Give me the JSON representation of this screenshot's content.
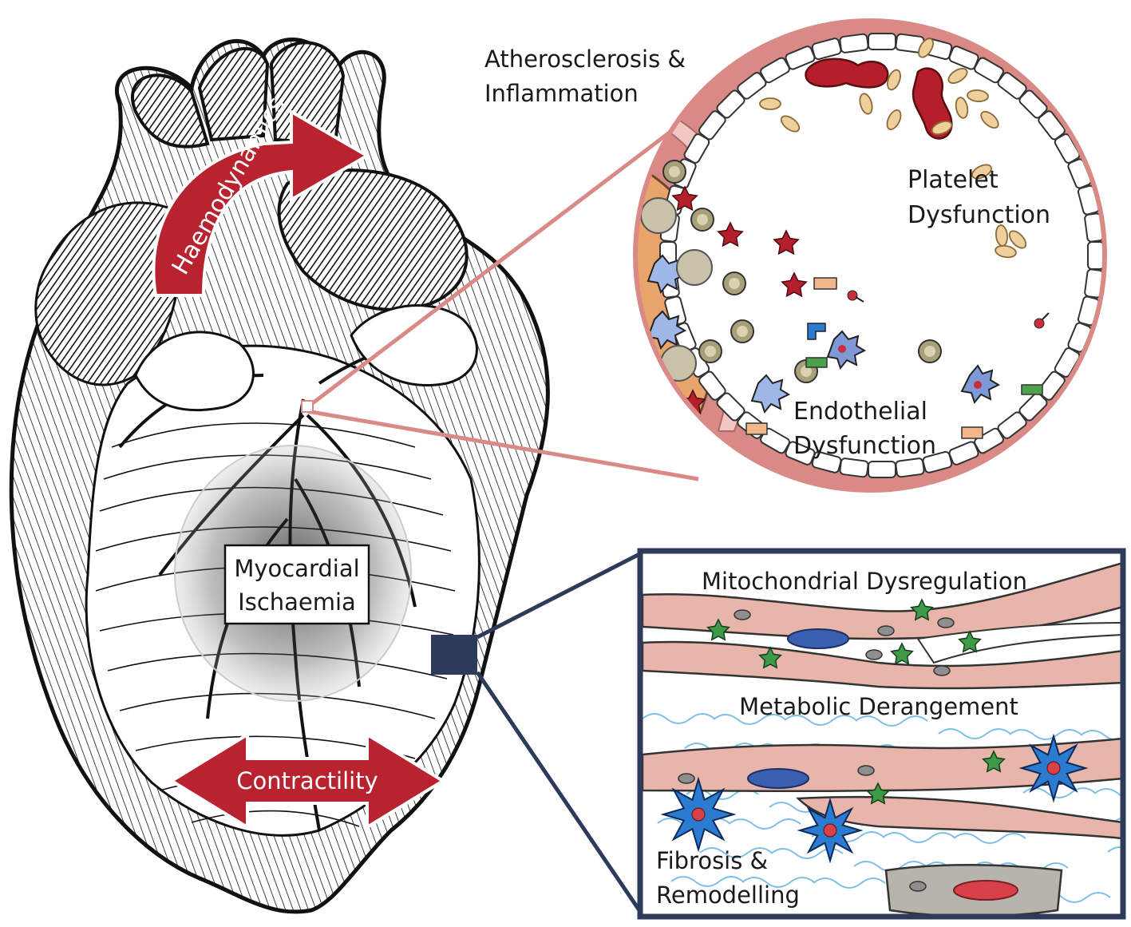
{
  "labels": {
    "haemodynamics": "Haemodynamics",
    "contractility": "Contractility",
    "ischaemia_line1": "Myocardial",
    "ischaemia_line2": "Ischaemia",
    "athero_line1": "Atherosclerosis &",
    "athero_line2": "Inflammation",
    "platelet_line1": "Platelet",
    "platelet_line2": "Dysfunction",
    "endo_line1": "Endothelial",
    "endo_line2": "Dysfunction",
    "mito": "Mitochondrial Dysregulation",
    "metabolic": "Metabolic Derangement",
    "fibrosis_line1": "Fibrosis &",
    "fibrosis_line2": "Remodelling"
  },
  "colors": {
    "arrow_red": "#b8232f",
    "vessel_pink": "#d98a86",
    "plaque_orange": "#e9a46b",
    "box_navy": "#2d3a5a",
    "muscle_pink": "#e8b5ab",
    "fibroblast_blue": "#2b7bd0",
    "platelet_tan": "#f0d09a",
    "rbc_red": "#b51f2b",
    "collagen_blue": "#7cc0e6",
    "star_green": "#3e9a48"
  }
}
